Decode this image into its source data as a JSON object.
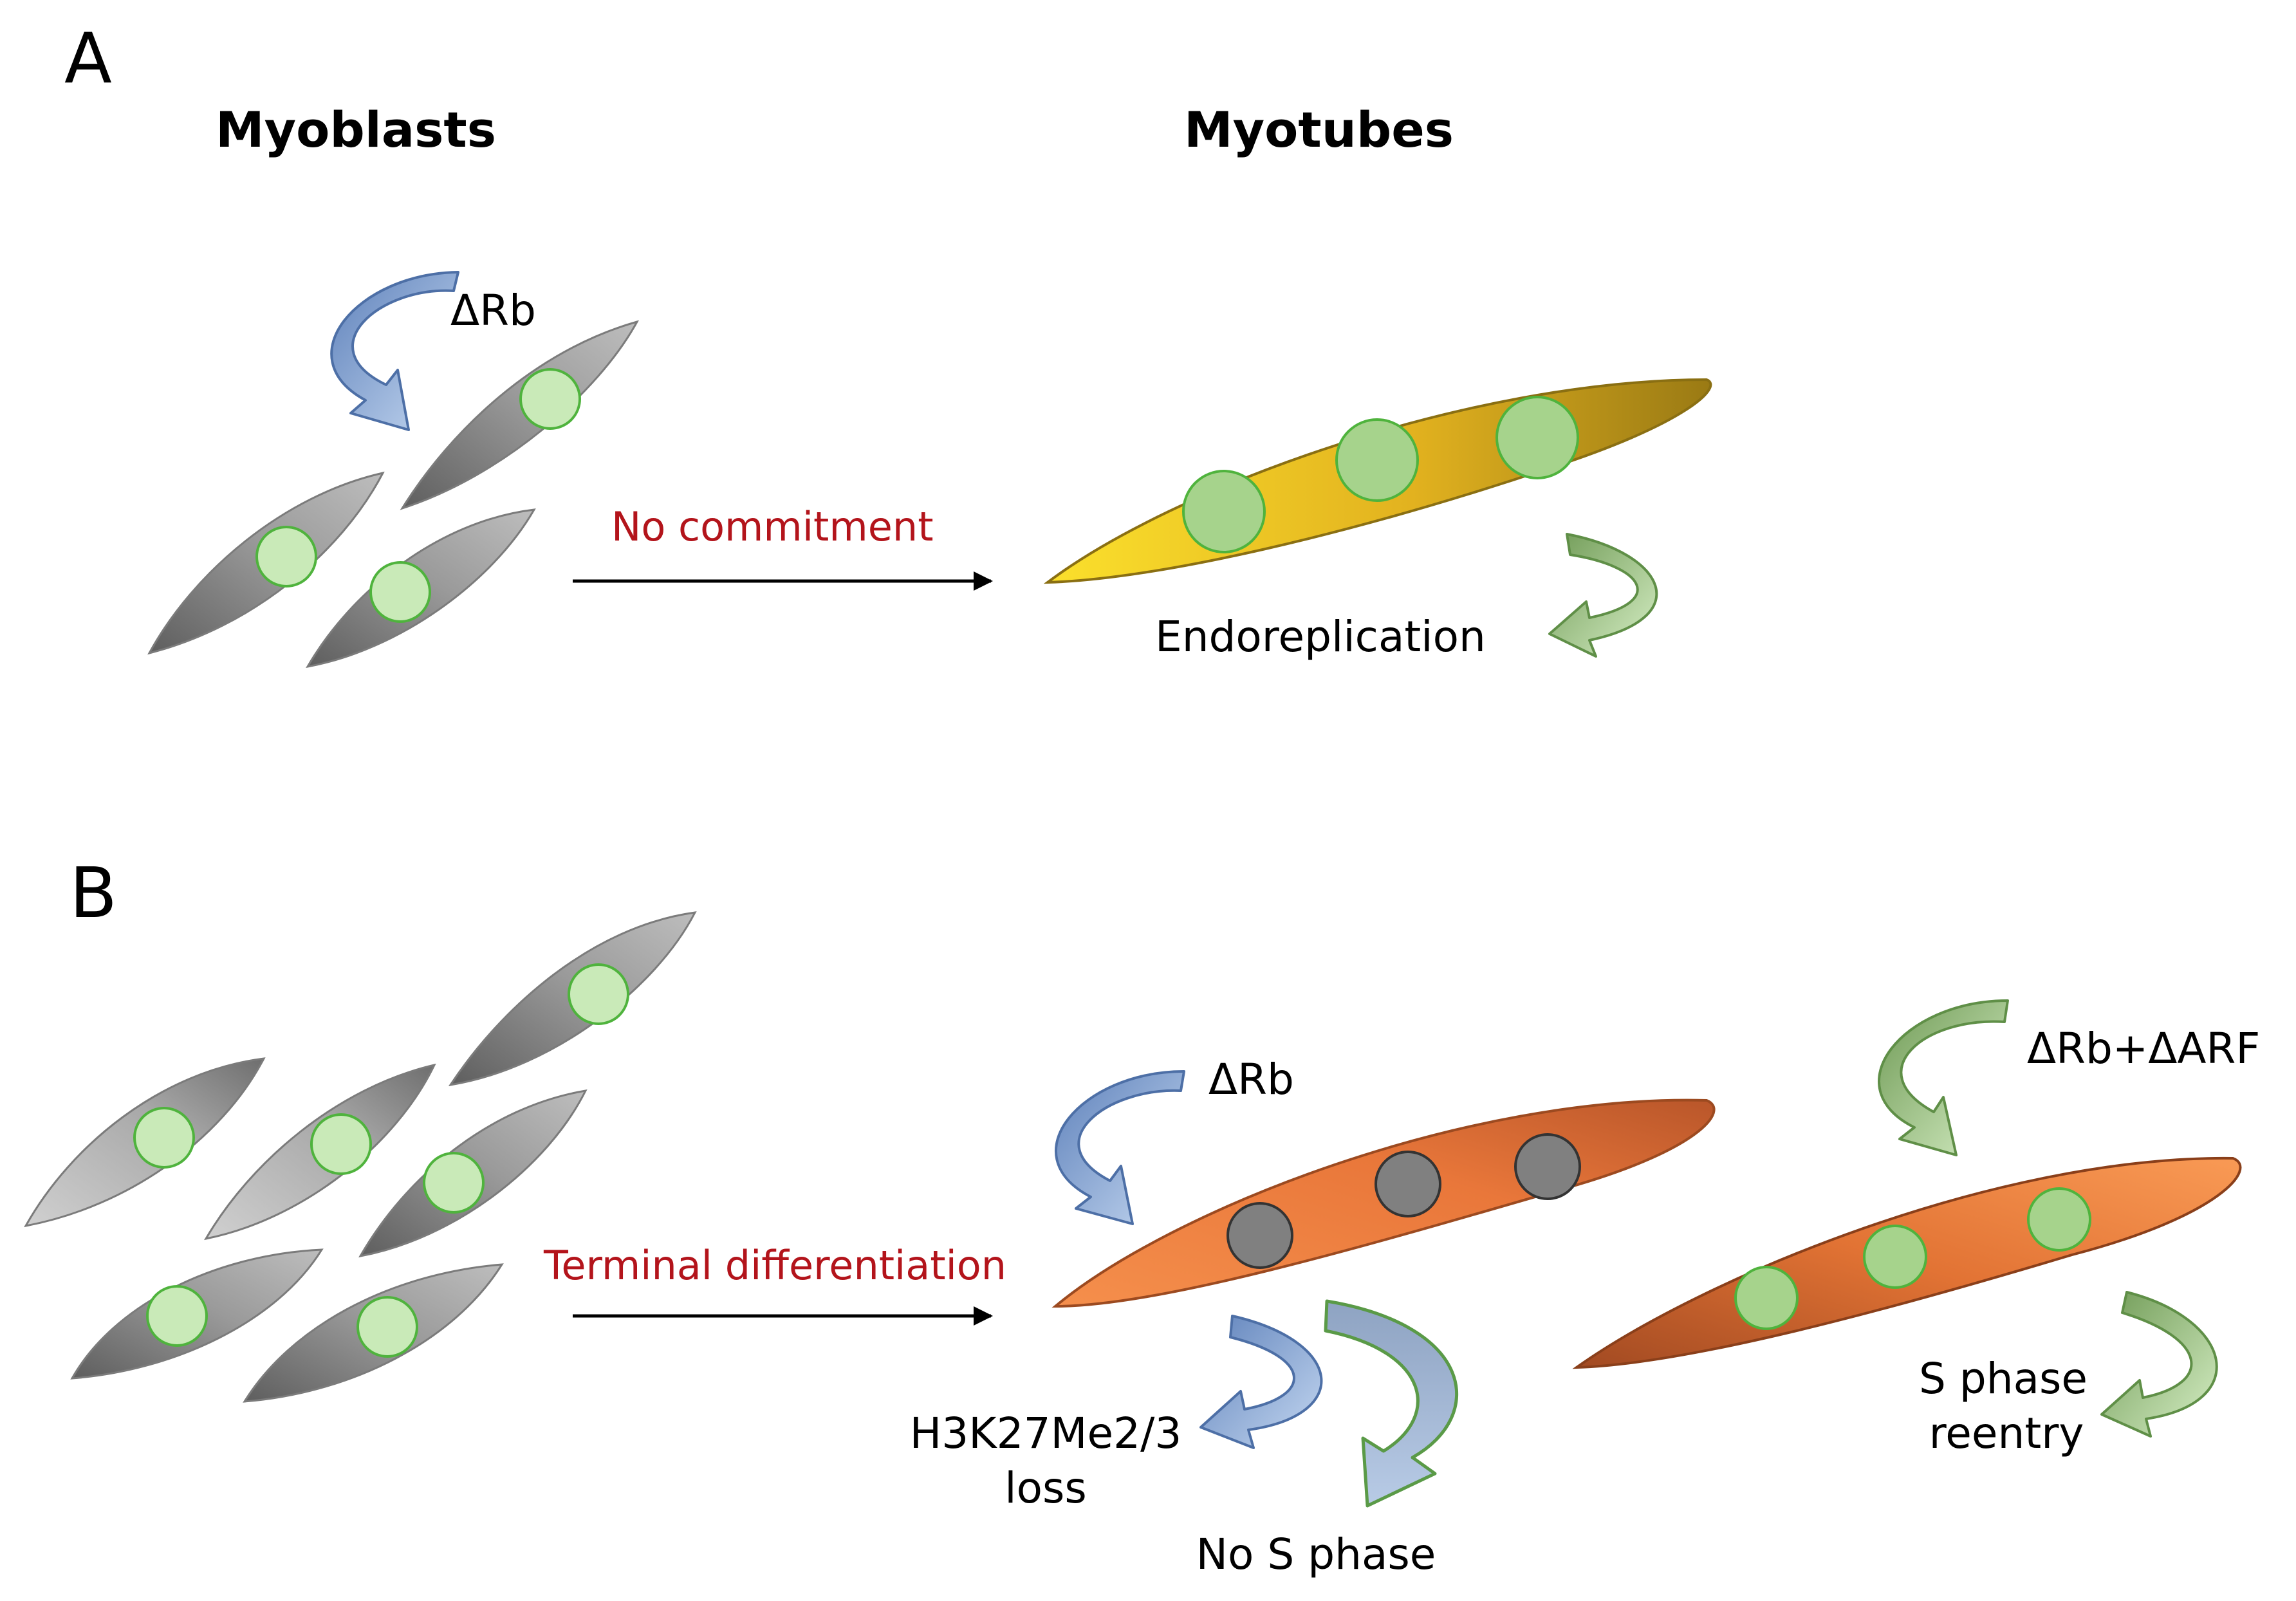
{
  "panels": {
    "a": {
      "letter": "A",
      "col_left": "Myoblasts",
      "col_right": "Myotubes",
      "loop_label": "ΔRb",
      "process_label": "No commitment",
      "outcome_label": "Endoreplication"
    },
    "b": {
      "letter": "B",
      "process_label": "Terminal differentiation",
      "rb_label": "ΔRb",
      "h3_line1": "H3K27Me2/3",
      "h3_line2": "loss",
      "no_s_label": "No S phase",
      "rb_arf_label": "ΔRb+ΔARF",
      "reentry_line1": "S phase",
      "reentry_line2": "reentry"
    }
  },
  "colors": {
    "process_text": "#b3141b",
    "myoblast_gray": "#8a8a8a",
    "nucleus_green": "#c9eab8",
    "myotube_yellow": "#f0c21f",
    "myotube_orange": "#ee7a36",
    "arrow_blue": "#9db8de",
    "arrow_green": "#a8d08d"
  }
}
